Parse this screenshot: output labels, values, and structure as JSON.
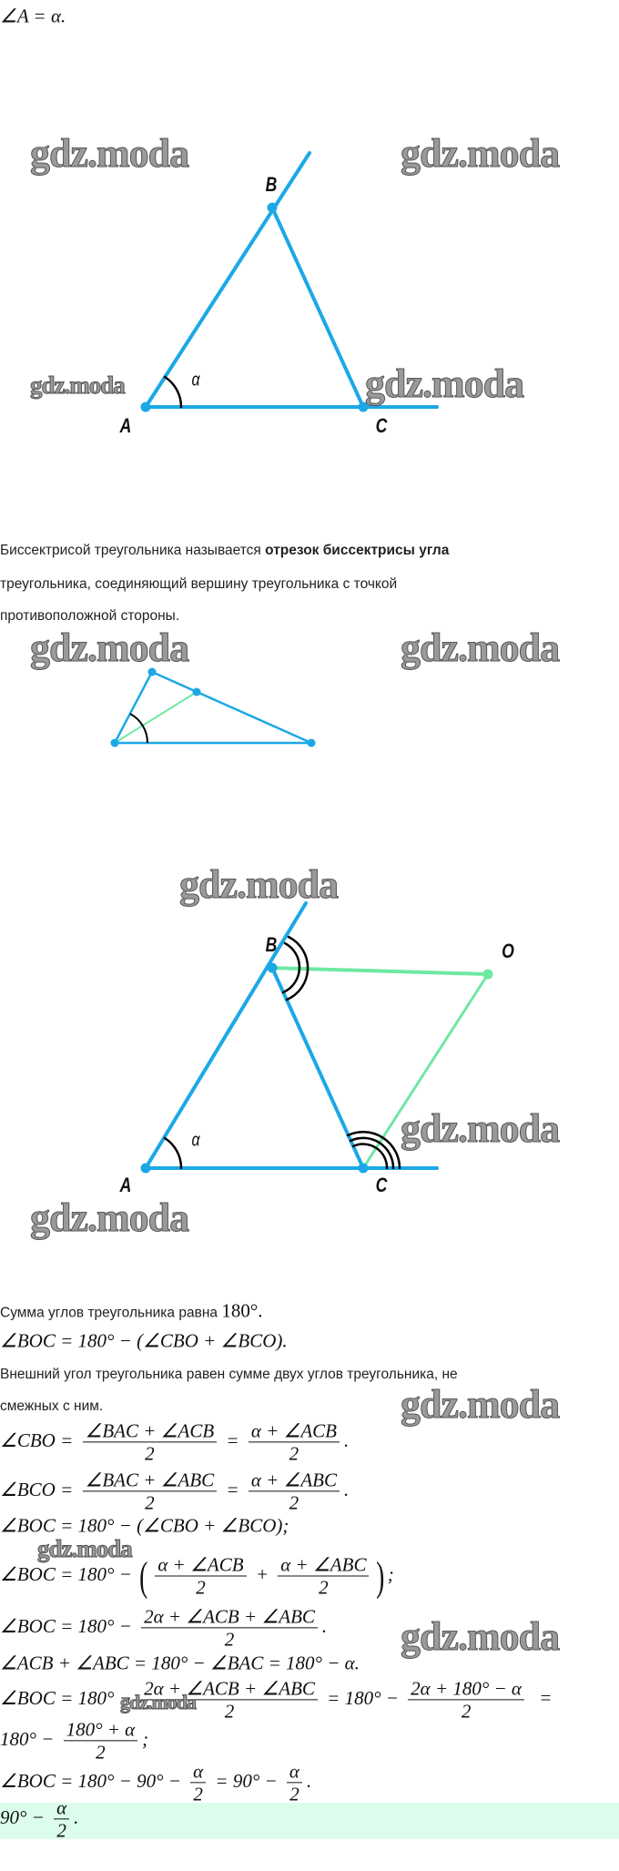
{
  "watermark": "gdz.moda",
  "line_a": "∠A = α.",
  "fig1": {
    "labels": {
      "a": "A",
      "b": "B",
      "c": "C",
      "alpha": "α"
    }
  },
  "definition": {
    "line1": "Биссектрисой треугольника называется ",
    "line1_bold": "отрезок биссектрисы угла",
    "line2": "треугольника, соединяющий вершину треугольника с точкой",
    "line3": "противоположной стороны."
  },
  "fig3": {
    "labels": {
      "a": "A",
      "b": "B",
      "c": "C",
      "o": "O",
      "alpha": "α"
    }
  },
  "sum_text": "Сумма углов треугольника равна ",
  "sum_value": "180°.",
  "eq_boc1": "∠BOC = 180° − (∠CBO + ∠BCO).",
  "exterior_line1": "Внешний угол треугольника равен сумме двух углов треугольника, не",
  "exterior_line2": "смежных с ним.",
  "eq_cbo": {
    "lhs": "∠CBO =",
    "n1": "∠BAC + ∠ACB",
    "d1": "2",
    "mid": "=",
    "n2": "α + ∠ACB",
    "d2": "2",
    "end": "."
  },
  "eq_bco": {
    "lhs": "∠BCO =",
    "n1": "∠BAC + ∠ABC",
    "d1": "2",
    "mid": "=",
    "n2": "α + ∠ABC",
    "d2": "2",
    "end": "."
  },
  "eq_boc2": "∠BOC = 180° − (∠CBO + ∠BCO);",
  "eq_boc3": {
    "lhs": "∠BOC = 180° −",
    "open": "(",
    "n1": "α + ∠ACB",
    "d1": "2",
    "plus": "+",
    "n2": "α + ∠ABC",
    "d2": "2",
    "close": ")",
    "end": ";"
  },
  "eq_boc4": {
    "lhs": "∠BOC = 180° −",
    "n": "2α + ∠ACB + ∠ABC",
    "d": "2",
    "end": "."
  },
  "eq_sum": "∠ACB + ∠ABC = 180° − ∠BAC = 180° − α.",
  "eq_boc5": {
    "lhs": "∠BOC = 180° −",
    "n1": "2α + ∠ACB + ∠ABC",
    "d1": "2",
    "mid": "= 180° −",
    "n2": "2α + 180° − α",
    "d2": "2",
    "end": "="
  },
  "eq_boc6": {
    "lhs": "180° −",
    "n": "180° + α",
    "d": "2",
    "end": ";"
  },
  "eq_boc7": {
    "lhs": "∠BOC = 180° − 90° −",
    "n1": "α",
    "d1": "2",
    "mid": "= 90° −",
    "n2": "α",
    "d2": "2",
    "end": "."
  },
  "answer": {
    "lhs": "90° −",
    "n": "α",
    "d": "2",
    "end": "."
  },
  "colors": {
    "blue": "#1ca8e6",
    "green": "#6ee8a2",
    "highlight": "#dcfdec"
  }
}
